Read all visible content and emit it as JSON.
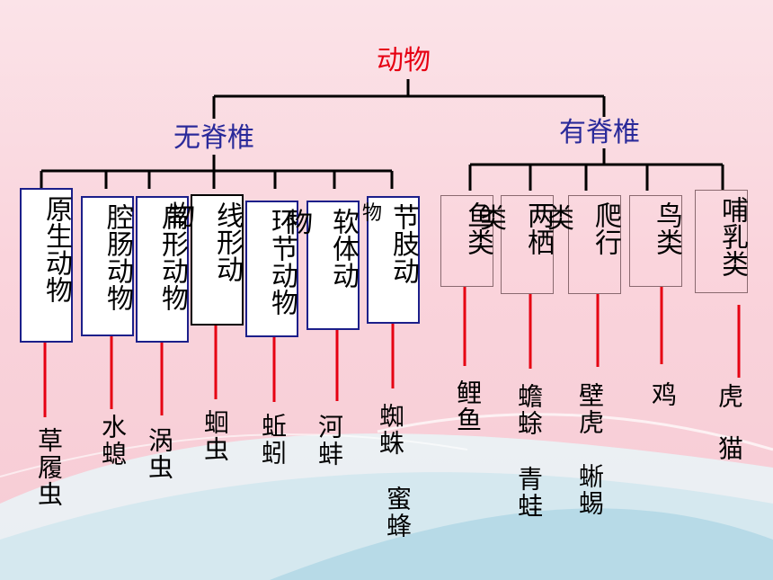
{
  "colors": {
    "root": "#e60012",
    "group": "#2a2a9a",
    "connector": "#000000",
    "example_line": "#e60012",
    "box_border": "#1c1f8a"
  },
  "root": {
    "label": "动物"
  },
  "invertebrates": {
    "label": "无脊椎",
    "classes": [
      {
        "name": "原生动物",
        "examples": [
          "草履虫"
        ]
      },
      {
        "name": "腔肠动物",
        "examples": [
          "水螅"
        ]
      },
      {
        "name": "扁形动物",
        "examples": [
          "涡虫"
        ]
      },
      {
        "name": "线形动",
        "examples": [
          "蛔虫"
        ]
      },
      {
        "name": "环节动物",
        "examples": [
          "蚯蚓"
        ]
      },
      {
        "name": "软体动",
        "examples": [
          "河蚌"
        ]
      },
      {
        "name": "节肢动",
        "examples": [
          "蜘蛛",
          "蜜蜂"
        ]
      }
    ]
  },
  "vertebrates": {
    "label": "有脊椎",
    "classes": [
      {
        "name": "鱼类",
        "examples": [
          "鲤鱼"
        ]
      },
      {
        "name": "两栖",
        "examples": [
          "蟾蜍",
          "青蛙"
        ]
      },
      {
        "name": "爬行",
        "examples": [
          "壁虎",
          "蜥蜴"
        ]
      },
      {
        "name": "鸟类",
        "examples": [
          "鸡"
        ]
      },
      {
        "name": "哺乳类",
        "examples": [
          "虎",
          "猫"
        ]
      }
    ]
  },
  "overflow_text": [
    "物",
    "物",
    "物",
    "物",
    "类",
    "类"
  ]
}
